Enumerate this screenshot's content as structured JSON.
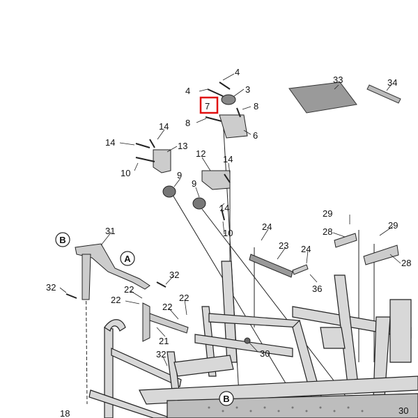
{
  "diagram": {
    "part_labels": [
      {
        "id": "p4a",
        "text": "4"
      },
      {
        "id": "p4b",
        "text": "4"
      },
      {
        "id": "p3",
        "text": "3"
      },
      {
        "id": "p7",
        "text": "7"
      },
      {
        "id": "p8a",
        "text": "8"
      },
      {
        "id": "p8b",
        "text": "8"
      },
      {
        "id": "p6",
        "text": "6"
      },
      {
        "id": "p33",
        "text": "33"
      },
      {
        "id": "p34",
        "text": "34"
      },
      {
        "id": "p14a",
        "text": "14"
      },
      {
        "id": "p14b",
        "text": "14"
      },
      {
        "id": "p13",
        "text": "13"
      },
      {
        "id": "p10a",
        "text": "10"
      },
      {
        "id": "p12",
        "text": "12"
      },
      {
        "id": "p14c",
        "text": "14"
      },
      {
        "id": "p9a",
        "text": "9"
      },
      {
        "id": "p9b",
        "text": "9"
      },
      {
        "id": "p14d",
        "text": "14"
      },
      {
        "id": "p10b",
        "text": "10"
      },
      {
        "id": "p31",
        "text": "31"
      },
      {
        "id": "p24a",
        "text": "24"
      },
      {
        "id": "p29a",
        "text": "29"
      },
      {
        "id": "p28a",
        "text": "28"
      },
      {
        "id": "p29b",
        "text": "29"
      },
      {
        "id": "p23",
        "text": "23"
      },
      {
        "id": "p24b",
        "text": "24"
      },
      {
        "id": "p28b",
        "text": "28"
      },
      {
        "id": "p32a",
        "text": "32"
      },
      {
        "id": "p32b",
        "text": "32"
      },
      {
        "id": "p22a",
        "text": "22"
      },
      {
        "id": "p22b",
        "text": "22"
      },
      {
        "id": "p22c",
        "text": "22"
      },
      {
        "id": "p22d",
        "text": "22"
      },
      {
        "id": "p36",
        "text": "36"
      },
      {
        "id": "p21",
        "text": "21"
      },
      {
        "id": "p30a",
        "text": "30"
      },
      {
        "id": "p32c",
        "text": "32"
      },
      {
        "id": "p18",
        "text": "18"
      },
      {
        "id": "p30b",
        "text": "30"
      }
    ],
    "callouts": [
      {
        "id": "cB1",
        "text": "B"
      },
      {
        "id": "cA",
        "text": "A"
      },
      {
        "id": "cB2",
        "text": "B"
      }
    ],
    "highlighted_part": "7",
    "highlight_color": "#e01010"
  }
}
